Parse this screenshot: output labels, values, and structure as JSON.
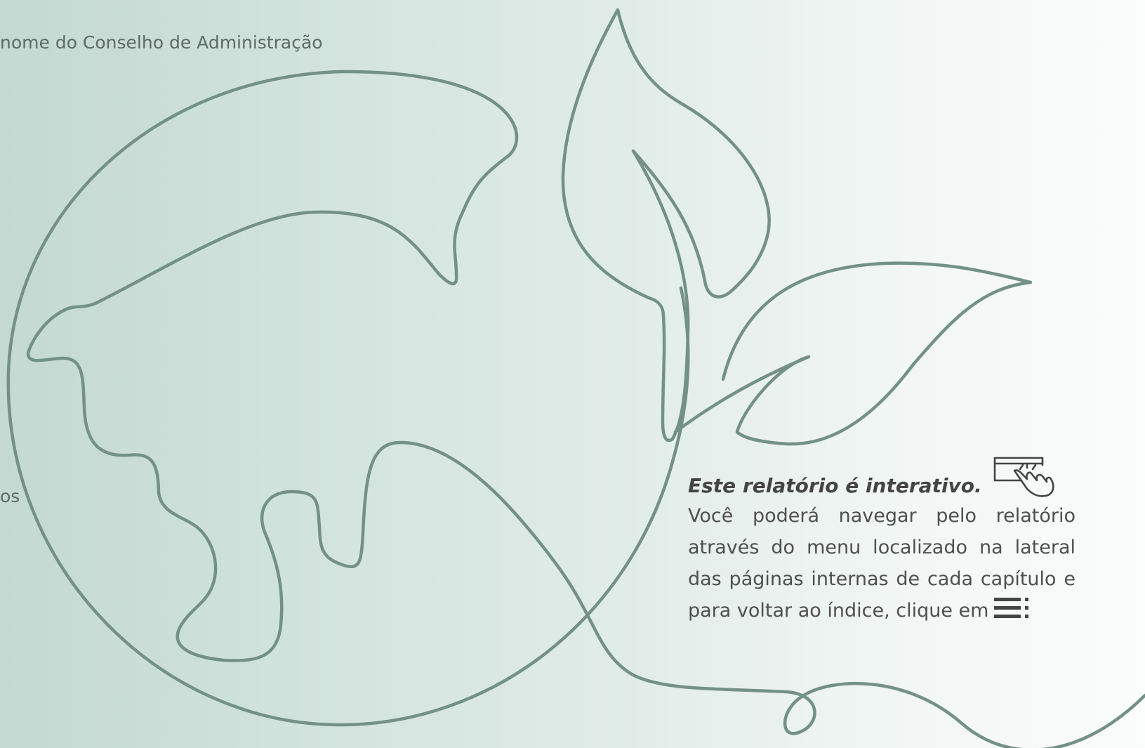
{
  "page": {
    "top_fragment": "nome do Conselho de Administração",
    "side_fragment": "os"
  },
  "notice": {
    "title": "Este relatório é interativo.",
    "body_text": "Você poderá navegar pelo relatório através do menu localizado na lateral das páginas internas de cada capítulo e para voltar ao índice, clique em"
  },
  "icons": {
    "touch": "touch-hand-icon",
    "menu": "menu-list-icon"
  },
  "colors": {
    "line_art": "#739187",
    "text": "#4a4a4a"
  }
}
